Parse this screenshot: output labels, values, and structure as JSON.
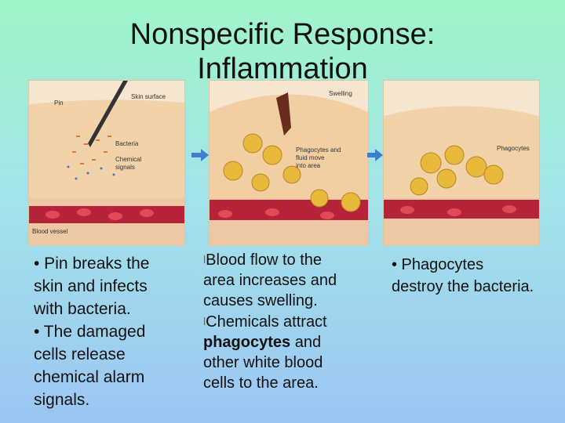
{
  "title": {
    "line1": "Nonspecific Response:",
    "line2": "Inflammation"
  },
  "panels": [
    {
      "labels": {
        "pin": "Pin",
        "skin_surface": "Skin surface",
        "bacteria": "Bacteria",
        "chemical": "Chemical",
        "signals": "signals",
        "blood_vessel": "Blood vessel"
      }
    },
    {
      "labels": {
        "swelling": "Swelling",
        "phag1": "Phagocytes and",
        "phag2": "fluid move",
        "phag3": "into area"
      }
    },
    {
      "labels": {
        "phagocytes": "Phagocytes"
      }
    }
  ],
  "columns": {
    "left": {
      "line1": "• Pin breaks the",
      "line2": "skin and infects",
      "line3": "with bacteria.",
      "line4": "• The damaged",
      "line5": "cells release",
      "line6": "chemical alarm",
      "line7": "signals."
    },
    "middle": {
      "bullet": "l",
      "b1_line1": "Blood flow to the",
      "b1_line2": "area increases and",
      "b1_line3": "causes swelling.",
      "b2_line1": "Chemicals attract",
      "b2_bold": "phagocytes",
      "b2_line2_rest": " and",
      "b2_line3": "other white blood",
      "b2_line4": "cells to the area."
    },
    "right": {
      "line1": "• Phagocytes",
      "line2": "destroy the bacteria."
    }
  },
  "colors": {
    "skin": "#f2d9b6",
    "vessel": "#b5243a",
    "blood_cell": "#d8283a",
    "phagocyte": "#e8b93a",
    "bacteria": "#e2763a",
    "arrow": "#3f7fcf"
  },
  "icons": [
    "pin-icon",
    "right-arrow-icon"
  ]
}
